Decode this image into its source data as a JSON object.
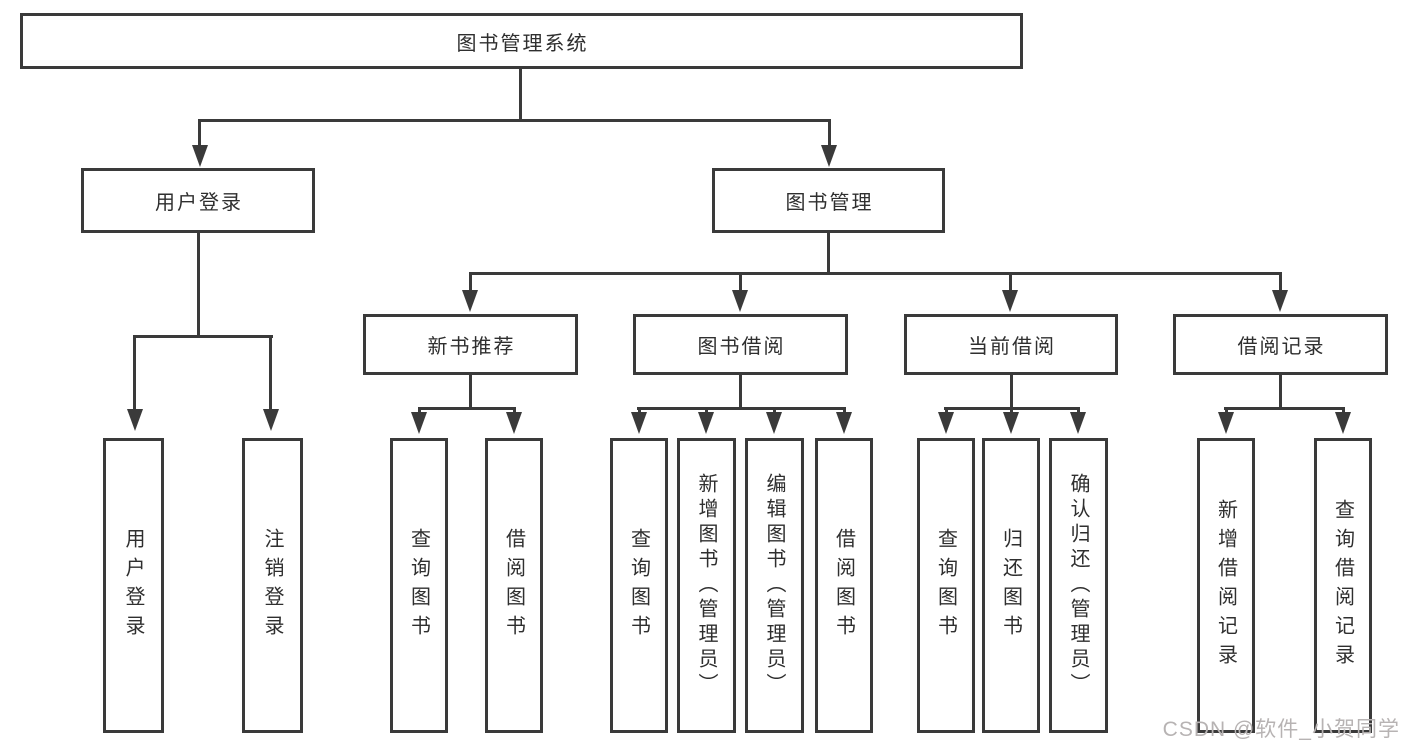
{
  "diagram_type": "hierarchy-functional-structure",
  "tree": {
    "root": {
      "label": "图书管理系统"
    },
    "branches": [
      {
        "label": "用户登录",
        "leaves": [
          {
            "label": "用户登录"
          },
          {
            "label": "注销登录"
          }
        ]
      },
      {
        "label": "图书管理",
        "groups": [
          {
            "label": "新书推荐",
            "leaves": [
              {
                "label": "查询图书"
              },
              {
                "label": "借阅图书"
              }
            ]
          },
          {
            "label": "图书借阅",
            "leaves": [
              {
                "label": "查询图书"
              },
              {
                "label": "新增图书（管理员）"
              },
              {
                "label": "编辑图书（管理员）"
              },
              {
                "label": "借阅图书"
              }
            ]
          },
          {
            "label": "当前借阅",
            "leaves": [
              {
                "label": "查询图书"
              },
              {
                "label": "归还图书"
              },
              {
                "label": "确认归还（管理员）"
              }
            ]
          },
          {
            "label": "借阅记录",
            "leaves": [
              {
                "label": "新增借阅记录"
              },
              {
                "label": "查询借阅记录"
              }
            ]
          }
        ]
      }
    ]
  },
  "watermark": {
    "text": "CSDN @软件_小贺同学"
  },
  "colors": {
    "line": "#3a3a3a",
    "box_border": "#3a3a3a",
    "box_background": "#ffffff",
    "text": "#2f2f2f",
    "watermark_text": "#b7b3b3",
    "page_background": "#ffffff"
  }
}
